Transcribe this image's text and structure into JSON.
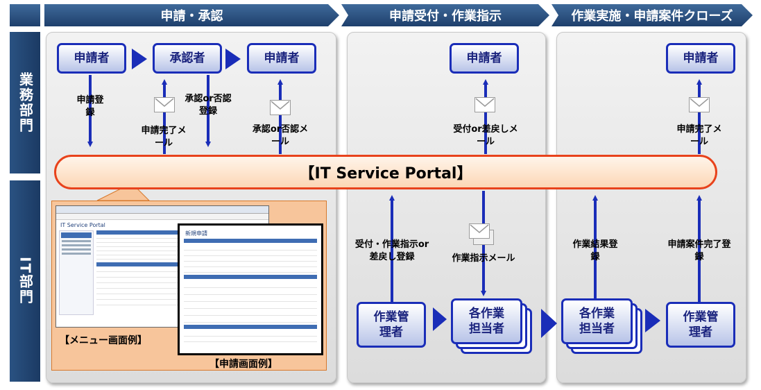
{
  "headers": {
    "phase1": "申請・承認",
    "phase2": "申請受付・作業指示",
    "phase3": "作業実施・申請案件クローズ"
  },
  "rows": {
    "business": "業務部門",
    "it": "IT部門"
  },
  "actors": {
    "applicant1": "申請者",
    "approver": "承認者",
    "applicant2": "申請者",
    "applicant3": "申請者",
    "applicant4": "申請者",
    "work_manager1": "作業管理者",
    "workers1": "各作業担当者",
    "workers2": "各作業担当者",
    "work_manager2": "作業管理者"
  },
  "labels": {
    "apply_register": "申請登録",
    "apply_done_mail": "申請完了メール",
    "approve_register": "承認or否認登録",
    "approve_mail": "承認or否認メール",
    "accept_mail": "受付or差戻しメール",
    "accept_register": "受付・作業指示or差戻し登録",
    "work_instruction_mail": "作業指示メール",
    "work_result_register": "作業結果登録",
    "case_done_register": "申請案件完了登録",
    "case_done_mail": "申請完了メール"
  },
  "portal": "【IT Service Portal】",
  "examples": {
    "menu_caption": "【メニュー画面例】",
    "request_caption": "【申請画面例】",
    "menu_title": "IT Service Portal",
    "request_title": "新規申請"
  },
  "colors": {
    "header": "#1e3f6c",
    "actor_border": "#1a2db8",
    "arrow": "#1a2db8",
    "portal_border": "#e8421b",
    "sample_bg": "#f7c59b"
  }
}
